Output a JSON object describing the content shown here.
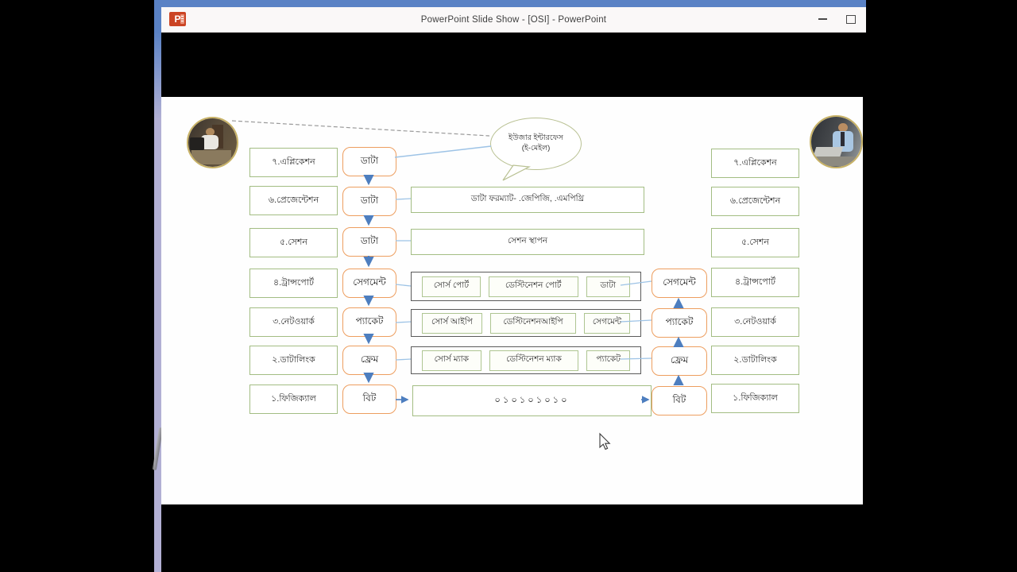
{
  "window": {
    "title": "PowerPoint Slide Show - [OSI] - PowerPoint",
    "app_icon_letter": "P",
    "accent_color": "#5a82c5",
    "titlebar_bg": "#faf8f8"
  },
  "slide": {
    "bubble": {
      "line1": "ইউজার ইন্টারফেস",
      "line2": "(ই-মেইল)"
    },
    "left_layers": [
      "৭.এপ্লিকেশন",
      "৬.প্রেজেন্টেশন",
      "৫.সেশন",
      "৪.ট্রান্সপোর্ট",
      "৩.নেটওয়ার্ক",
      "২.ডাটালিংক",
      "১.ফিজিক্যাল"
    ],
    "right_layers": [
      "৭.এপ্লিকেশন",
      "৬.প্রেজেন্টেশন",
      "৫.সেশন",
      "৪.ট্রান্সপোর্ট",
      "৩.নেটওয়ার্ক",
      "২.ডাটালিংক",
      "১.ফিজিক্যাল"
    ],
    "left_pdu": [
      "ডাটা",
      "ডাটা",
      "ডাটা",
      "সেগমেন্ট",
      "প্যাকেট",
      "ফ্রেম",
      "বিট"
    ],
    "right_pdu": [
      "সেগমেন্ট",
      "প্যাকেট",
      "ফ্রেম",
      "বিট"
    ],
    "details": {
      "format": "ডাটা ফরম্যাট- .জেপিজি, .এমপিথ্রি",
      "session": "সেশন স্থাপন",
      "transport": [
        "সোর্স পোর্ট",
        "ডেস্টিনেশন পোর্ট",
        "ডাটা"
      ],
      "network": [
        "সোর্স আইপি",
        "ডেস্টিনেশনআইপি",
        "সেগমেন্ট"
      ],
      "datalink": [
        "সোর্স ম্যাক",
        "ডেস্টিনেশন ম্যাক",
        "প্যাকেট"
      ],
      "bits": "০১০১০১০১০"
    },
    "colors": {
      "layer_box_border": "#a3bd83",
      "pdu_box_border": "#ed9e5f",
      "group_box_border": "#5a5a5a",
      "arrow_blue": "#4d7ebf",
      "connector_blue": "#9dc3e6",
      "dashed_gray": "#9a9a9a"
    }
  }
}
